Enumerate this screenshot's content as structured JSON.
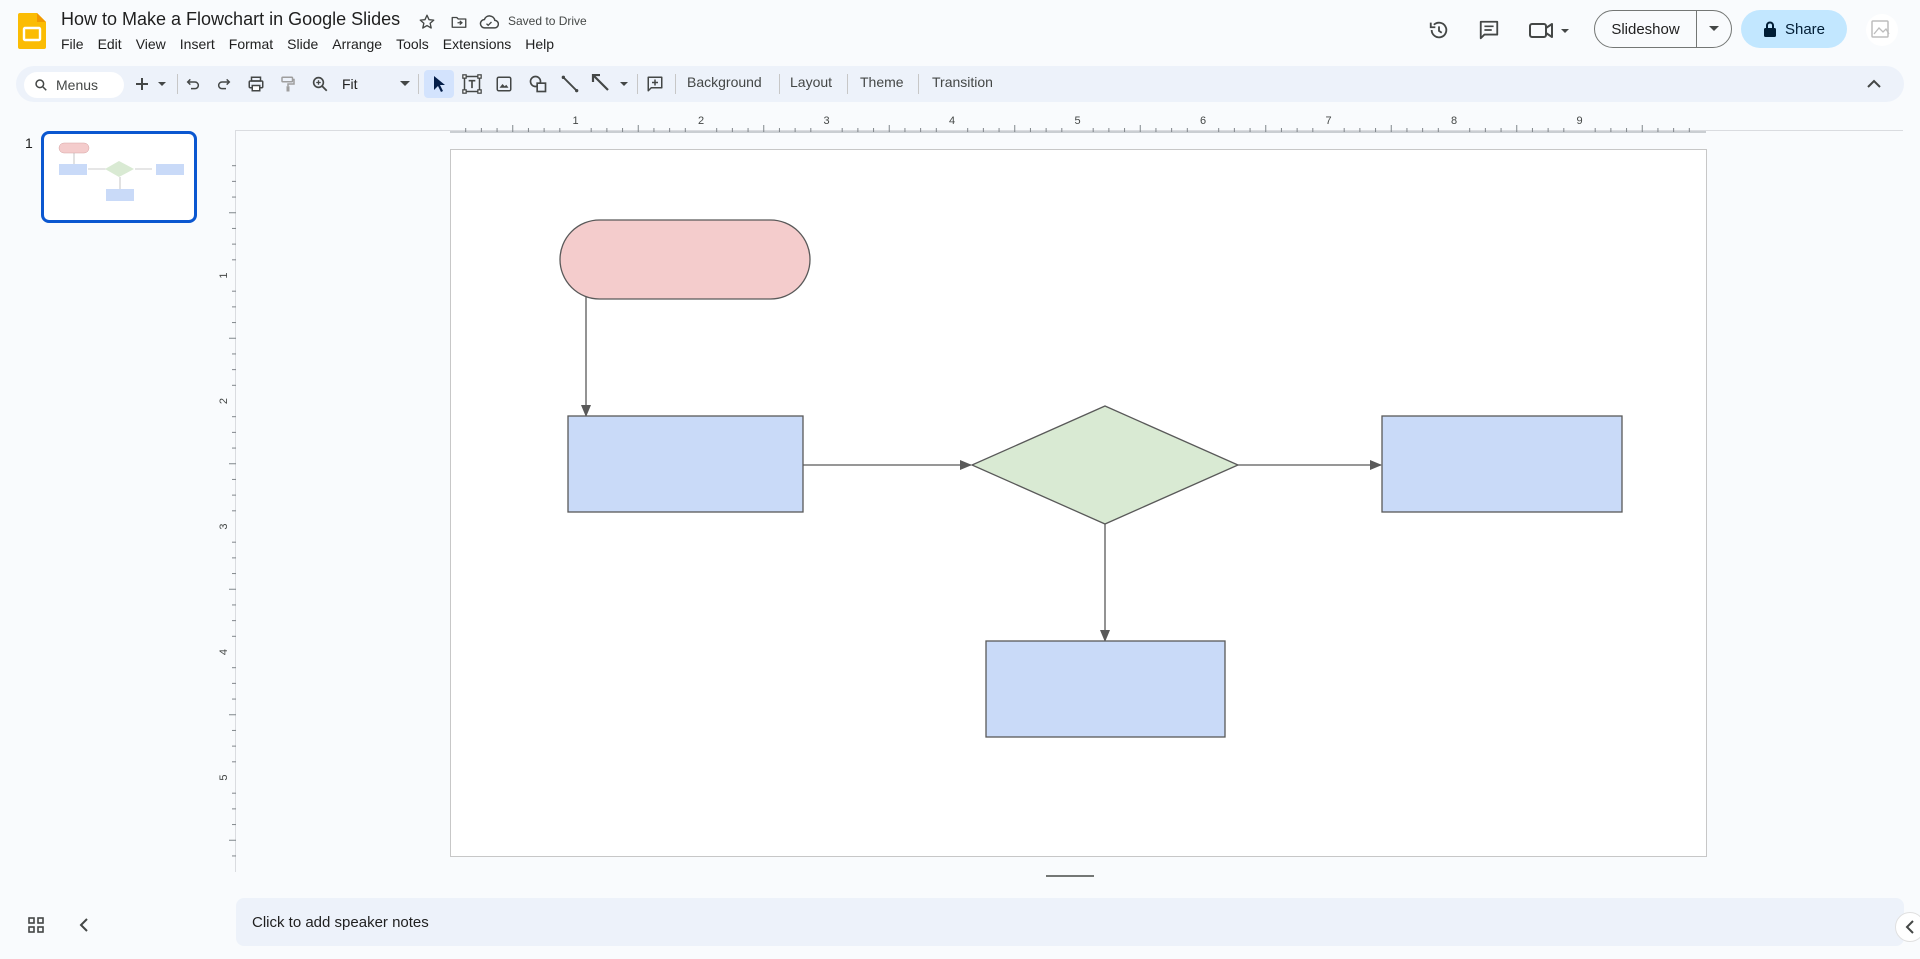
{
  "app": {
    "name": "Google Slides",
    "icon": "slides-logo-icon",
    "document_title": "How to Make a Flowchart in Google Slides",
    "save_status": "Saved to Drive"
  },
  "menu": [
    "File",
    "Edit",
    "View",
    "Insert",
    "Format",
    "Slide",
    "Arrange",
    "Tools",
    "Extensions",
    "Help"
  ],
  "header_actions": {
    "slideshow_label": "Slideshow",
    "share_label": "Share",
    "icons": [
      "version-history-icon",
      "comments-icon",
      "meet-icon",
      "lock-icon",
      "avatar"
    ]
  },
  "toolbar": {
    "search_placeholder": "Menus",
    "zoom_value": "Fit",
    "slide_actions": [
      "Background",
      "Layout",
      "Theme",
      "Transition"
    ],
    "icons": [
      "search-icon",
      "new-slide-icon",
      "undo-icon",
      "redo-icon",
      "print-icon",
      "paint-format-icon",
      "zoom-icon",
      "select-icon",
      "text-box-icon",
      "image-icon",
      "shape-icon",
      "line-icon",
      "comment-add-icon"
    ]
  },
  "filmstrip": {
    "slides": [
      {
        "number": "1",
        "selected": true
      }
    ]
  },
  "rulers": {
    "horizontal_labels": [
      "1",
      "2",
      "3",
      "4",
      "5",
      "6",
      "7",
      "8",
      "9"
    ],
    "vertical_labels": [
      "1",
      "2",
      "3",
      "4",
      "5"
    ]
  },
  "colors": {
    "terminal_fill": "#f4cccc",
    "process_fill": "#c9daf8",
    "decision_fill": "#d9ead3",
    "shape_stroke": "#595959",
    "accent": "#0b57d0",
    "share_bg": "#c2e7ff"
  },
  "slide": {
    "shapes": [
      {
        "name": "terminal-start",
        "type": "rounded-rectangle",
        "fill": "terminal_fill"
      },
      {
        "name": "process-left",
        "type": "rectangle",
        "fill": "process_fill"
      },
      {
        "name": "decision",
        "type": "diamond",
        "fill": "decision_fill"
      },
      {
        "name": "process-right",
        "type": "rectangle",
        "fill": "process_fill"
      },
      {
        "name": "process-bottom",
        "type": "rectangle",
        "fill": "process_fill"
      }
    ],
    "connectors": [
      {
        "from": "terminal-start",
        "to": "process-left"
      },
      {
        "from": "process-left",
        "to": "decision"
      },
      {
        "from": "decision",
        "to": "process-right"
      },
      {
        "from": "decision",
        "to": "process-bottom"
      }
    ]
  },
  "notes": {
    "placeholder": "Click to add speaker notes"
  }
}
